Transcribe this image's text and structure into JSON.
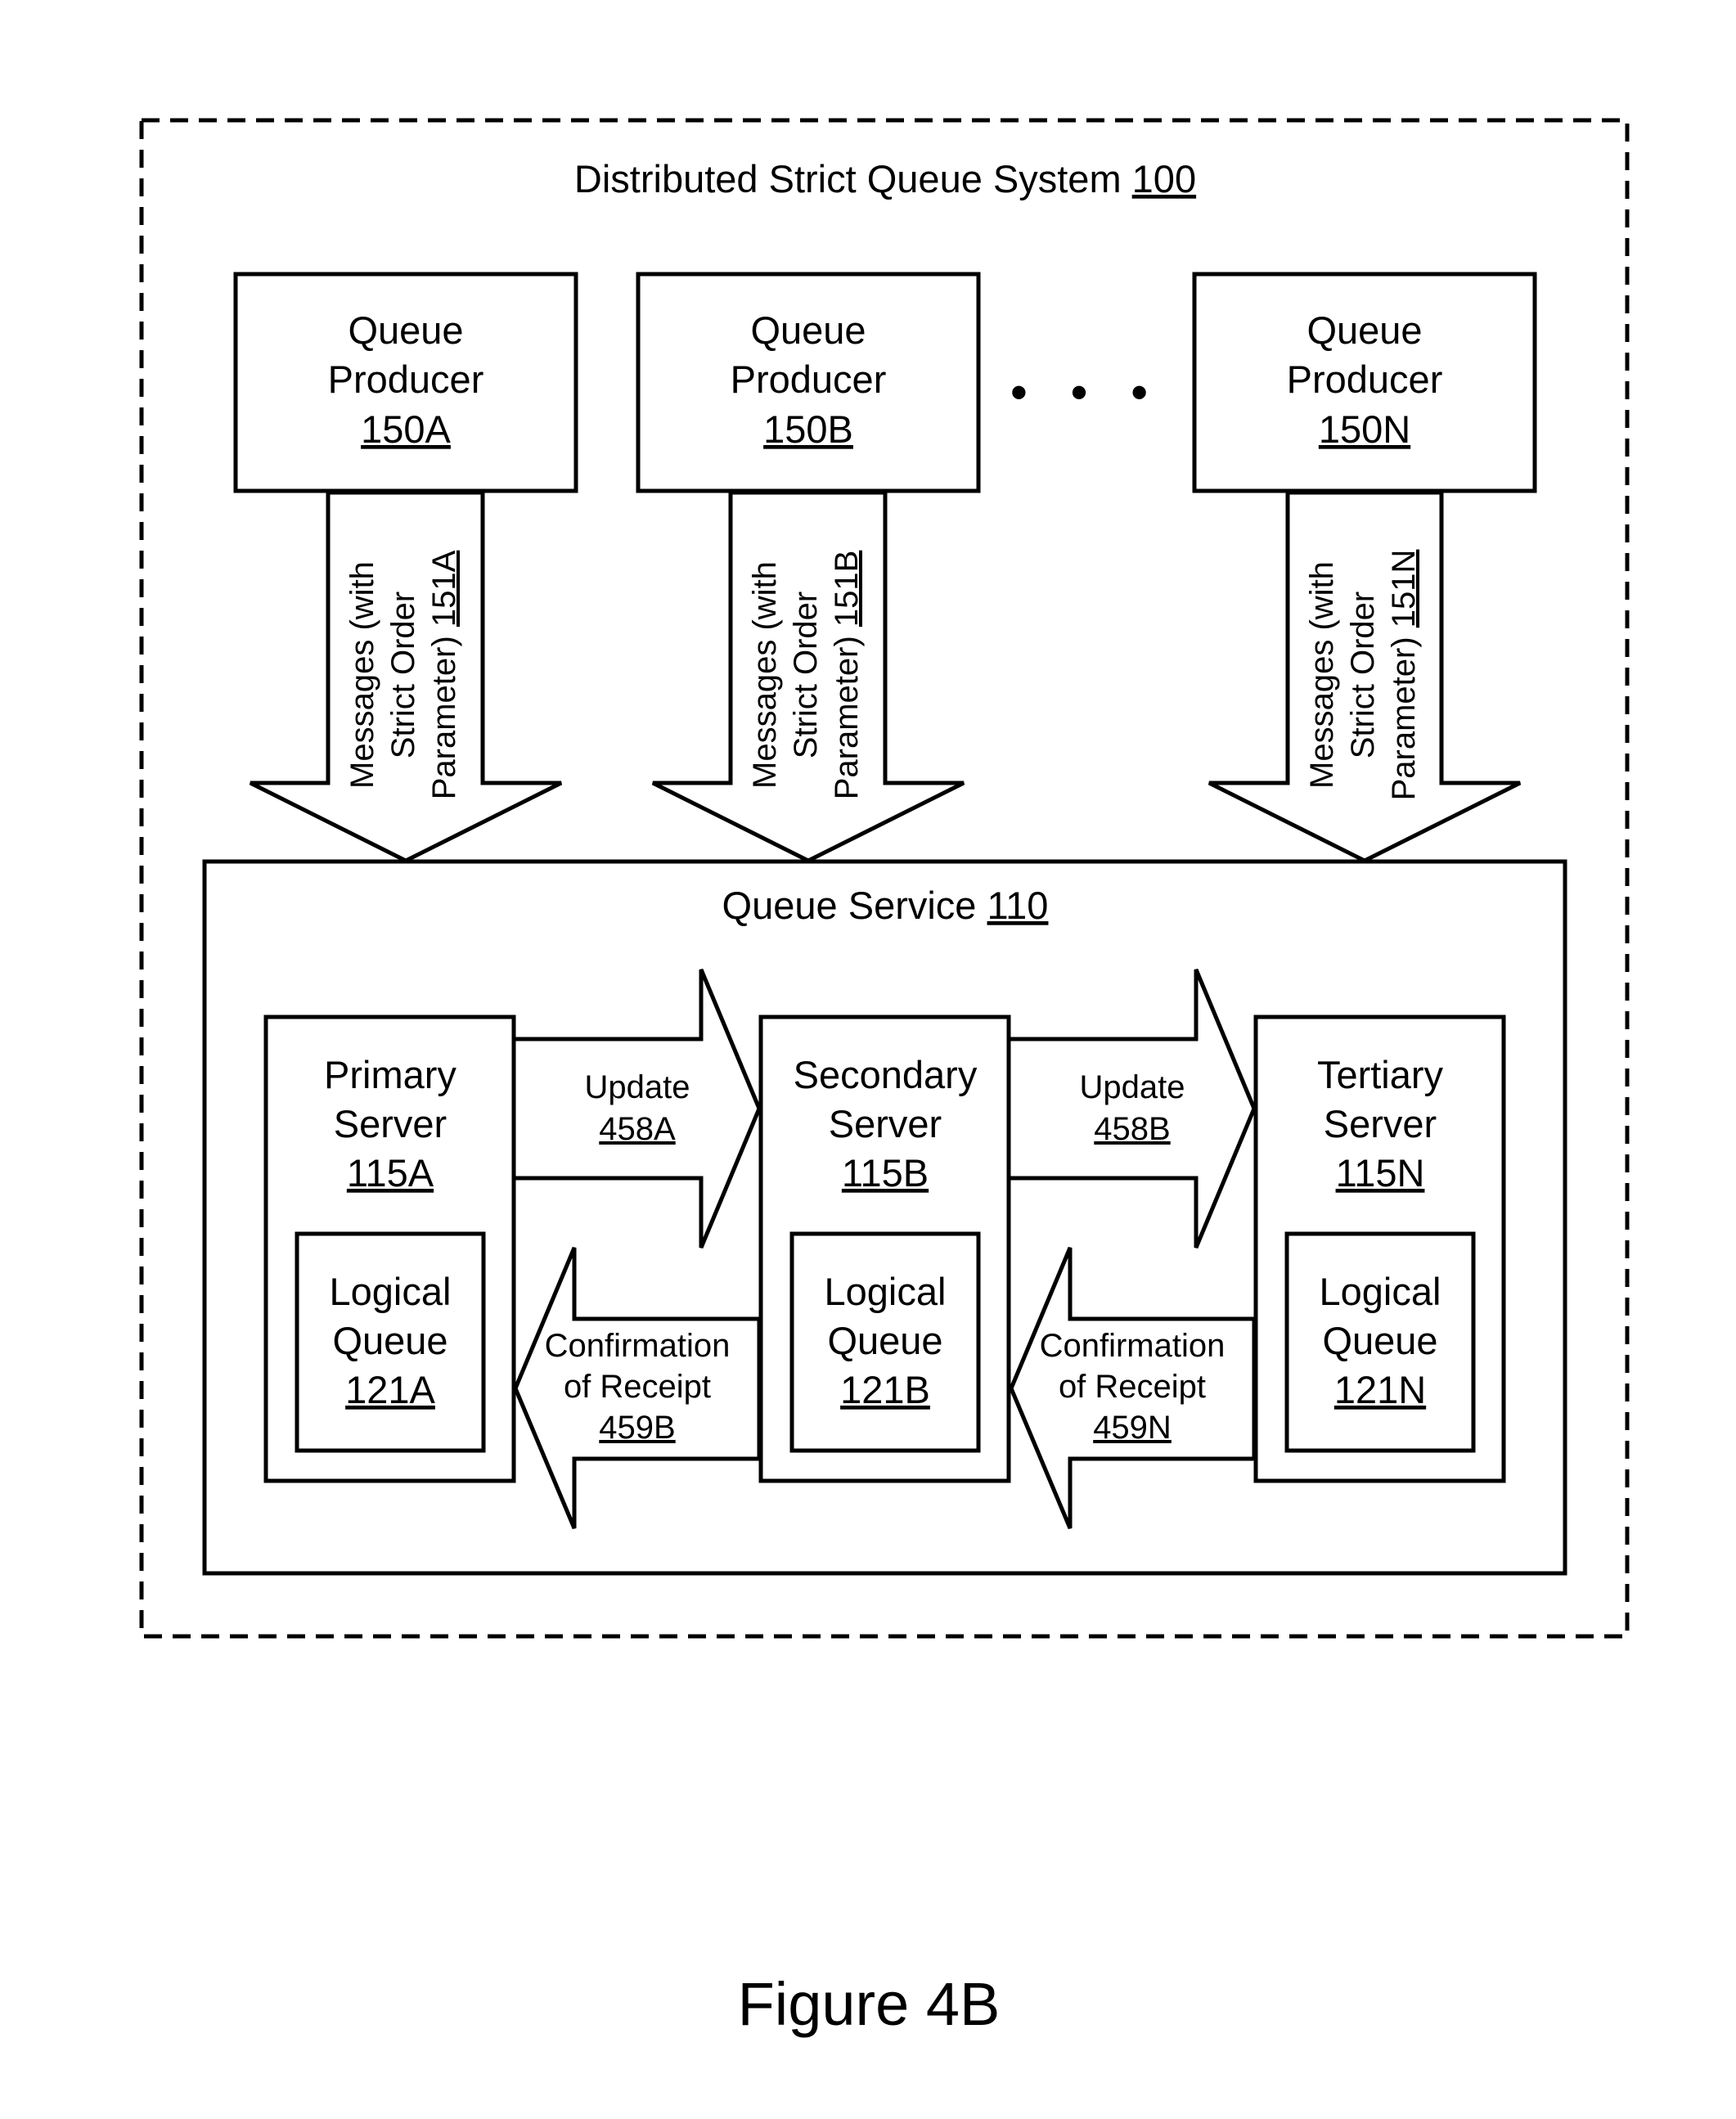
{
  "system": {
    "title": "Distributed Strict Queue System",
    "ref": "100"
  },
  "producers": [
    {
      "line1": "Queue",
      "line2": "Producer",
      "ref": "150A"
    },
    {
      "line1": "Queue",
      "line2": "Producer",
      "ref": "150B"
    },
    {
      "line1": "Queue",
      "line2": "Producer",
      "ref": "150N"
    }
  ],
  "ellipsis": "• • •",
  "message_arrows": [
    {
      "line1": "Messages (with",
      "line2": "Strict Order",
      "line3": "Parameter) ",
      "ref": "151A"
    },
    {
      "line1": "Messages (with",
      "line2": "Strict Order",
      "line3": "Parameter) ",
      "ref": "151B"
    },
    {
      "line1": "Messages (with",
      "line2": "Strict Order",
      "line3": "Parameter) ",
      "ref": "151N"
    }
  ],
  "service": {
    "title": "Queue Service",
    "ref": "110"
  },
  "servers": [
    {
      "line1": "Primary",
      "line2": "Server",
      "ref": "115A",
      "queue": {
        "line1": "Logical",
        "line2": "Queue",
        "ref": "121A"
      }
    },
    {
      "line1": "Secondary",
      "line2": "Server",
      "ref": "115B",
      "queue": {
        "line1": "Logical",
        "line2": "Queue",
        "ref": "121B"
      }
    },
    {
      "line1": "Tertiary",
      "line2": "Server",
      "ref": "115N",
      "queue": {
        "line1": "Logical",
        "line2": "Queue",
        "ref": "121N"
      }
    }
  ],
  "updates": [
    {
      "label": "Update",
      "ref": "458A"
    },
    {
      "label": "Update",
      "ref": "458B"
    }
  ],
  "confirmations": [
    {
      "line1": "Confirmation",
      "line2": "of Receipt",
      "ref": "459B"
    },
    {
      "line1": "Confirmation",
      "line2": "of Receipt",
      "ref": "459N"
    }
  ],
  "caption": "Figure 4B"
}
